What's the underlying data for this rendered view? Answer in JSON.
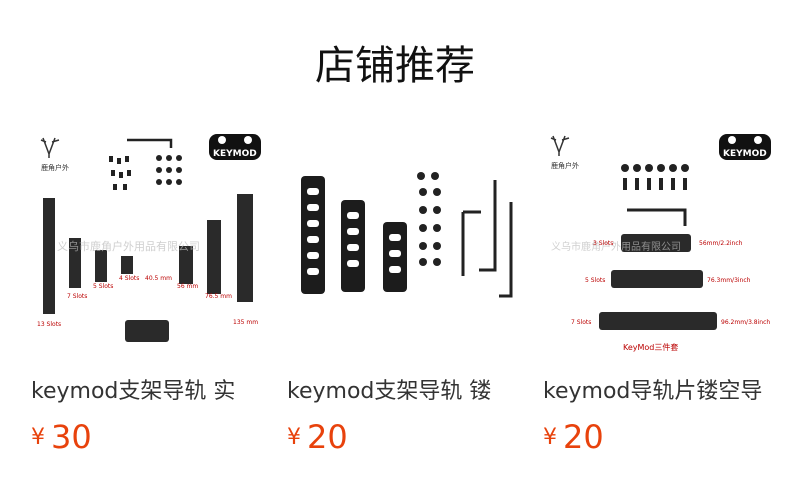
{
  "section": {
    "title": "店铺推荐"
  },
  "products": [
    {
      "name": "keymod支架导轨 实",
      "currency": "¥",
      "price": "30",
      "image": {
        "brand_logo": "鹿角户外",
        "keymod_logo": "KEYMOD",
        "watermark": "义乌市鹿角户外用品有限公司",
        "labels": [
          "13 Slots",
          "7 Slots",
          "5 Slots",
          "4 Slots",
          "40.5 mm",
          "56 mm",
          "76.5 mm",
          "135 mm"
        ]
      }
    },
    {
      "name": "keymod支架导轨 镂",
      "currency": "¥",
      "price": "20"
    },
    {
      "name": "keymod导轨片镂空导",
      "currency": "¥",
      "price": "20",
      "image": {
        "brand_logo": "鹿角户外",
        "keymod_logo": "KEYMOD",
        "watermark": "义乌市鹿角户外用品有限公司",
        "rails": [
          {
            "slots": "3 Slots",
            "length": "56mm/2.2inch"
          },
          {
            "slots": "5 Slots",
            "length": "76.3mm/3inch"
          },
          {
            "slots": "7 Slots",
            "length": "96.2mm/3.8inch"
          }
        ],
        "caption": "KeyMod三件套"
      }
    }
  ]
}
